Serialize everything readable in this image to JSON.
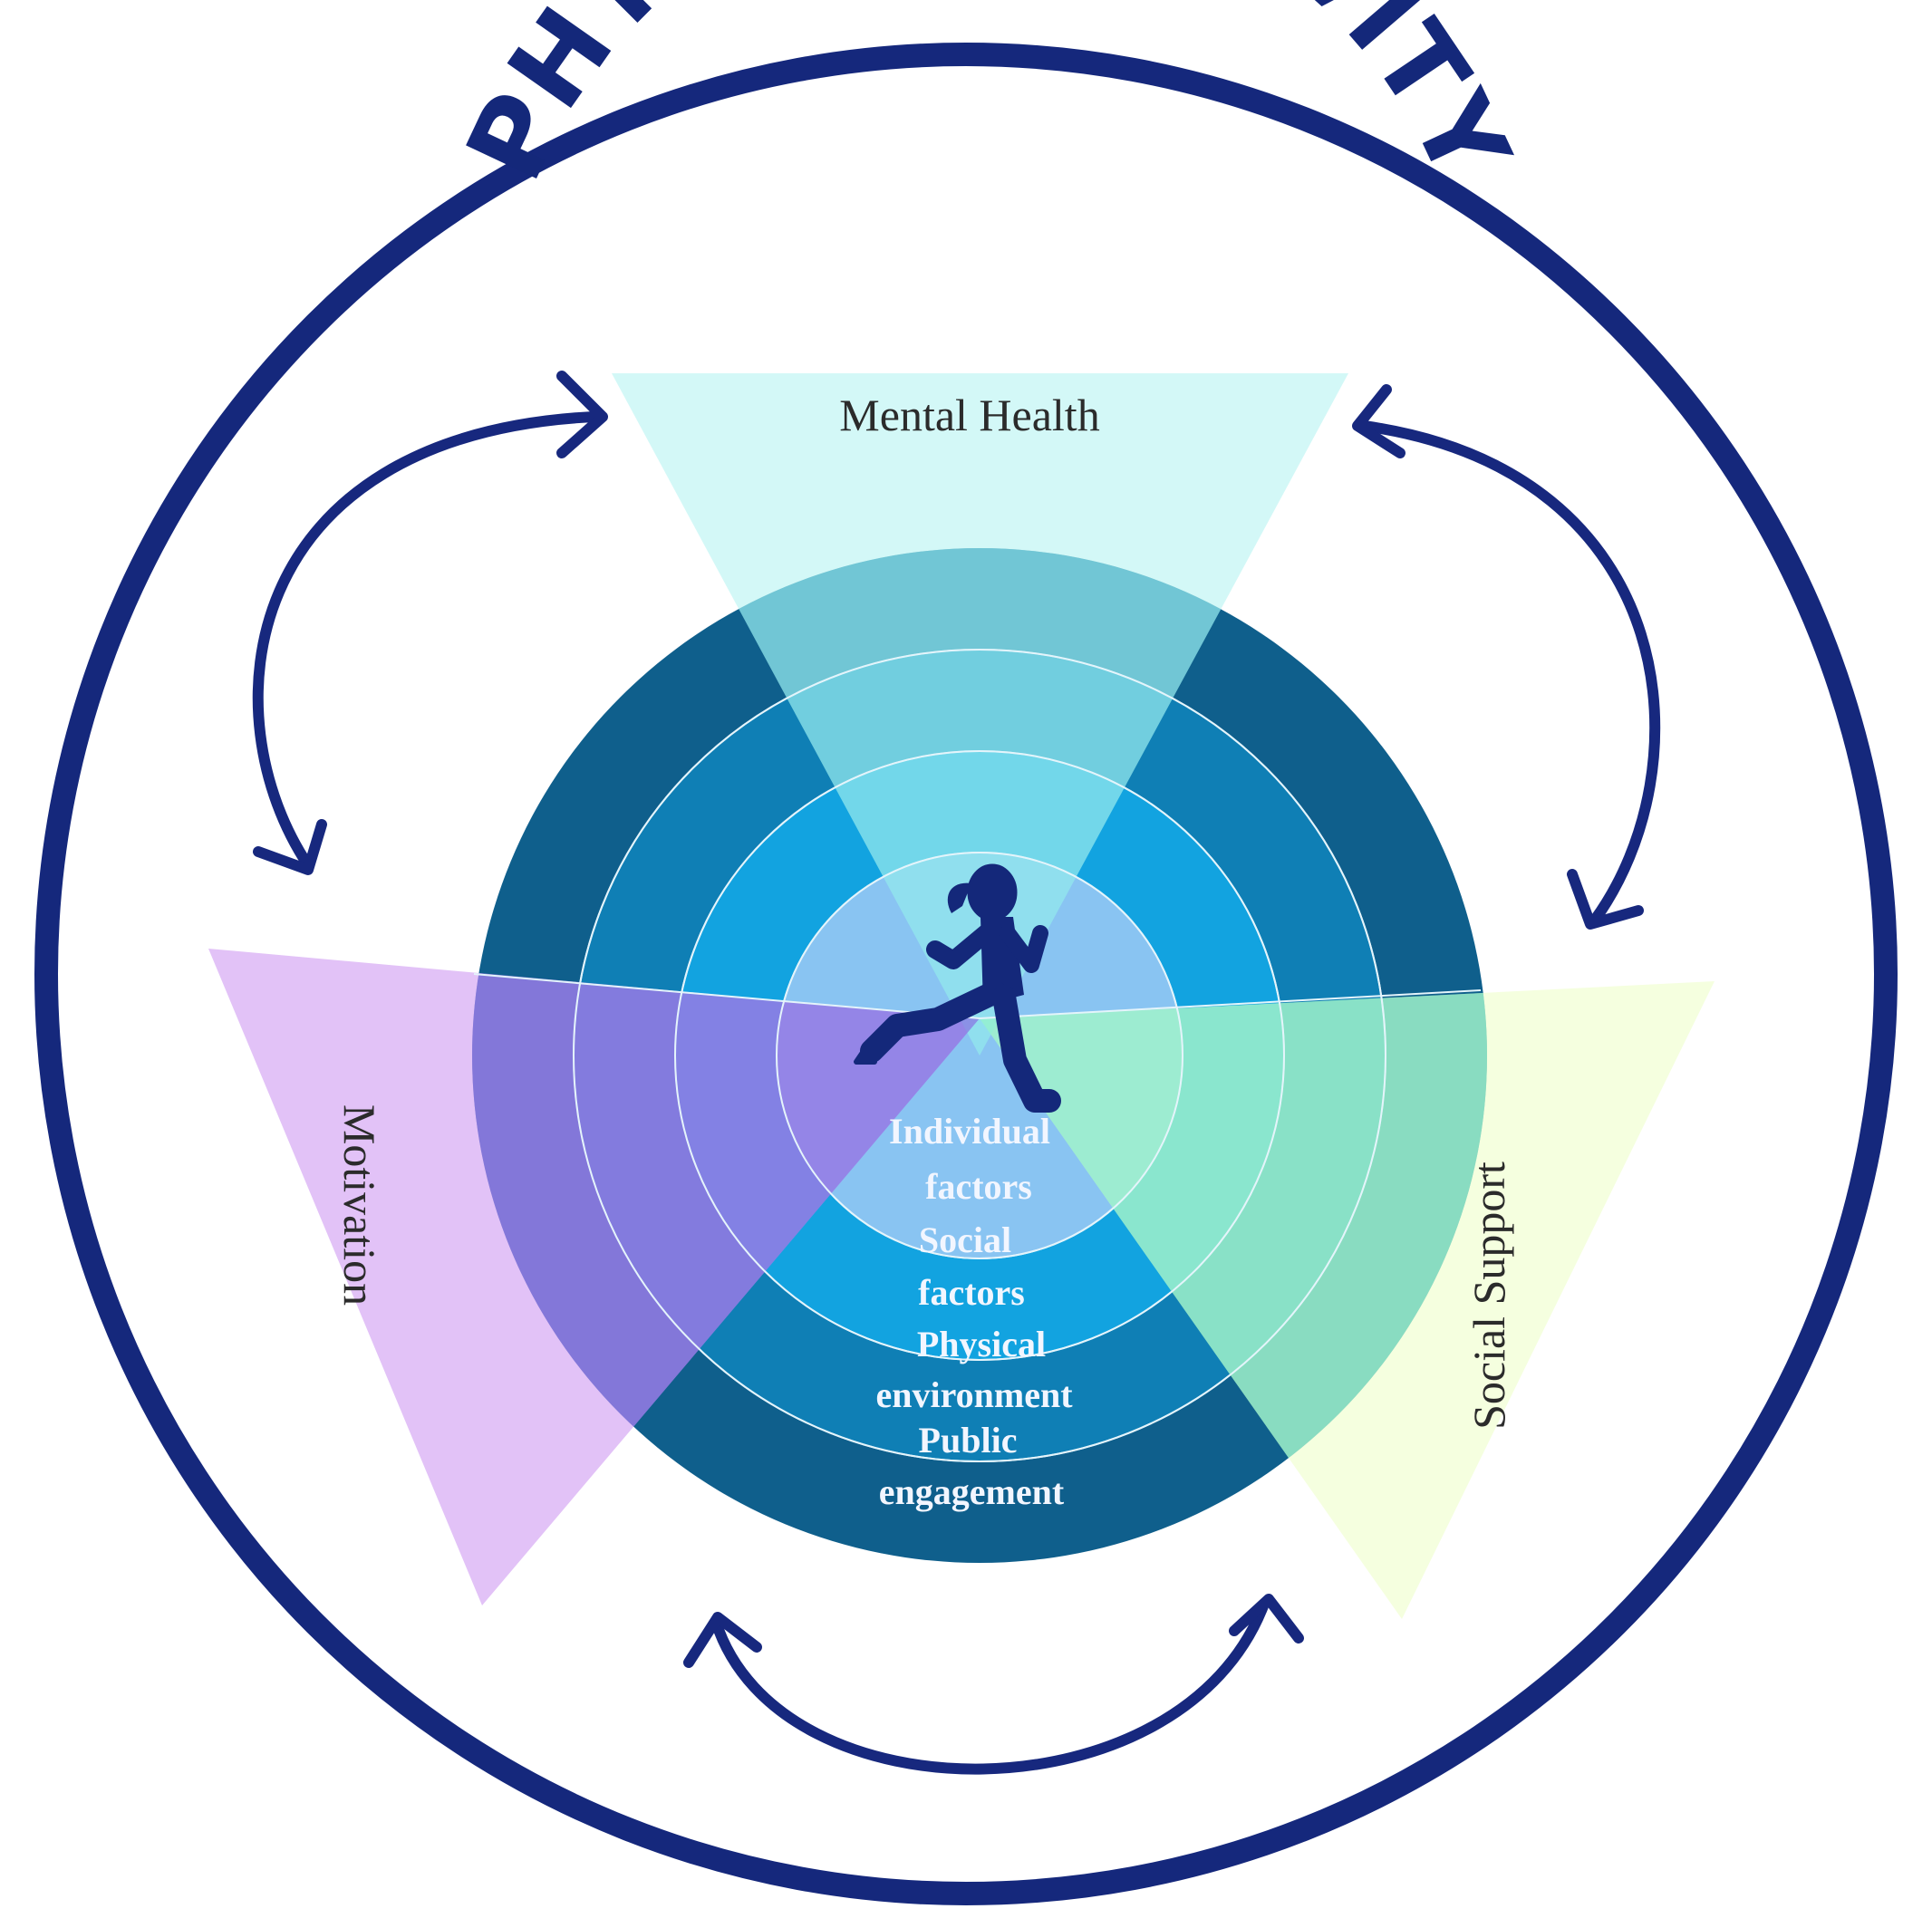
{
  "title": "PHYSICAL ACTIVITY",
  "triangles": {
    "top": "Mental Health",
    "left": "Motivation",
    "right": "Social Support"
  },
  "rings": [
    {
      "line1": "Individual",
      "line2": "factors"
    },
    {
      "line1": "Social",
      "line2": "factors"
    },
    {
      "line1": "Physical",
      "line2": "environment"
    },
    {
      "line1": "Public",
      "line2": "engagement"
    }
  ],
  "colors": {
    "outer_ring": "#15287c",
    "ring_outer": "#0f5f8c",
    "ring_second": "#0f7fb5",
    "ring_third": "#12a3e0",
    "ring_inner": "#89c4f2",
    "mental_health": "#aef2f0",
    "motivation": "#d2a2f2",
    "social_support": "#ecffc4",
    "runner": "#14287a"
  },
  "icons": {
    "center": "runner-icon",
    "arrows": "double-headed-curved-arrow-icon"
  }
}
